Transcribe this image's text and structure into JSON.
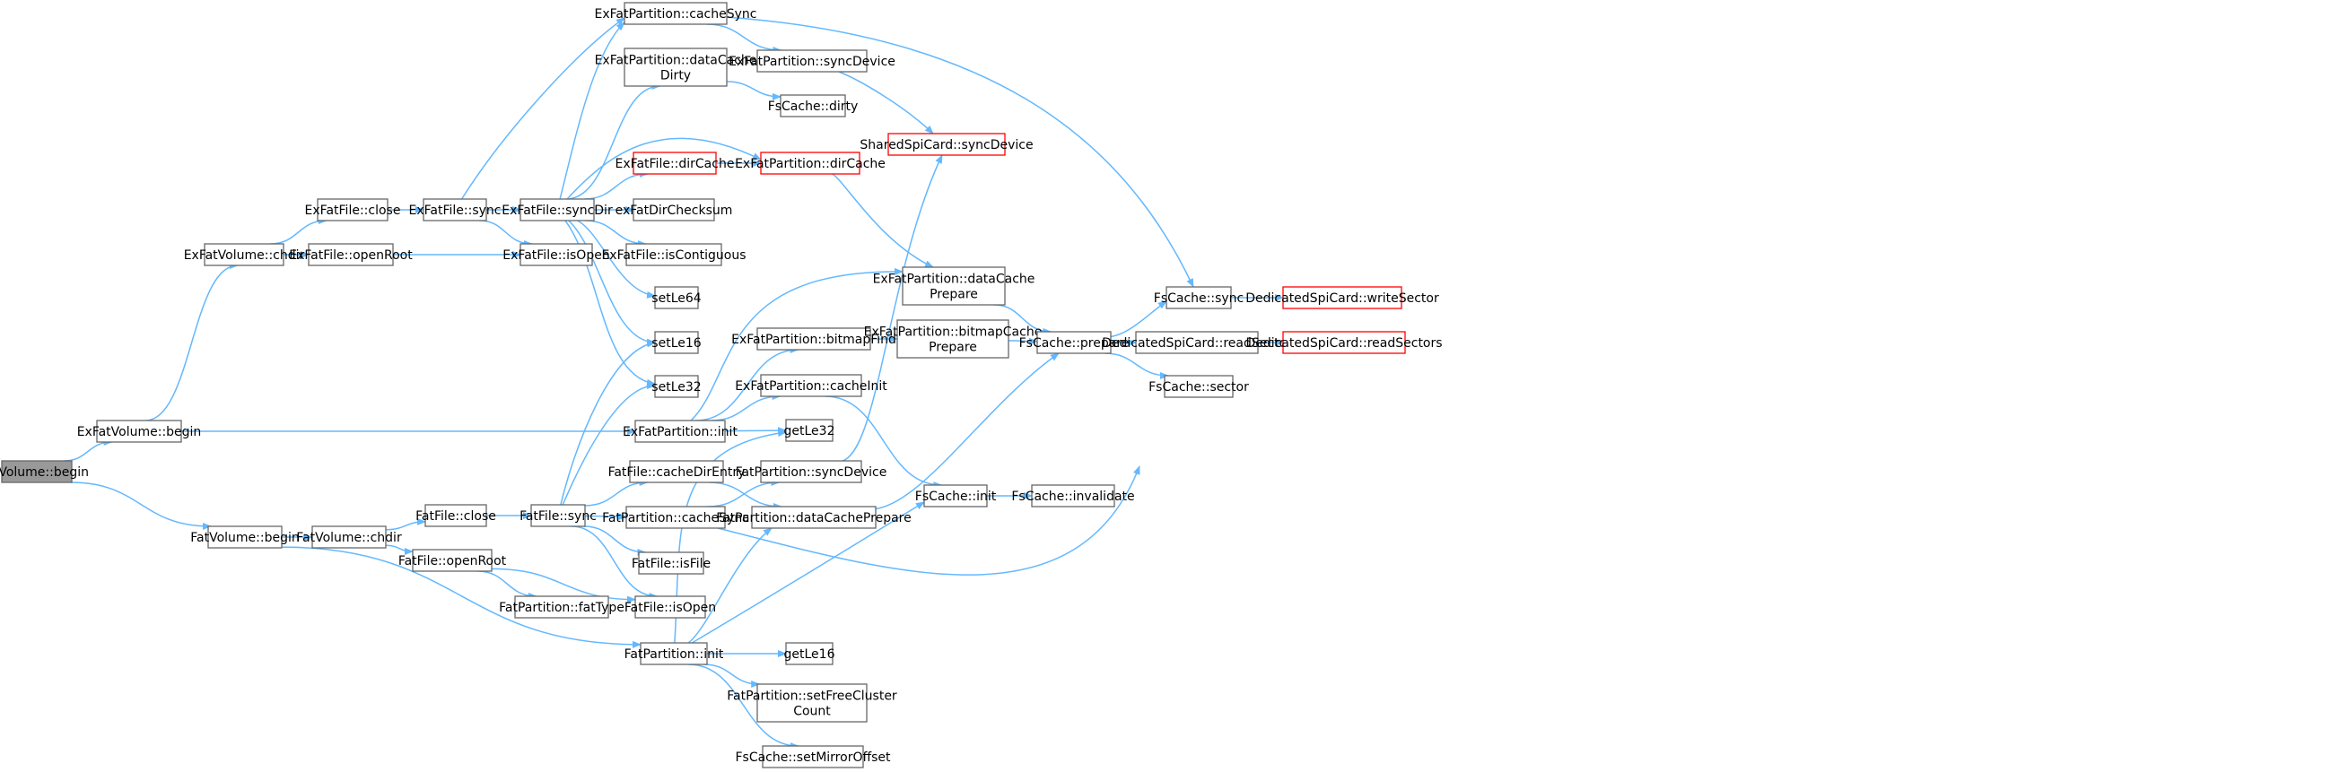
{
  "colors": {
    "edge": "#63b8ff",
    "node_border": "#666666",
    "node_fill": "#ffffff",
    "root_fill": "#999999",
    "truncated_border": "#ff0000"
  },
  "nodes": [
    {
      "id": "fsvolume-begin",
      "lines": [
        "FsVolume::begin"
      ],
      "style": "root"
    },
    {
      "id": "exfatvolume-begin",
      "lines": [
        "ExFatVolume::begin"
      ]
    },
    {
      "id": "fatvolume-begin",
      "lines": [
        "FatVolume::begin"
      ]
    },
    {
      "id": "exfatvolume-chdir",
      "lines": [
        "ExFatVolume::chdir"
      ]
    },
    {
      "id": "exfatpartition-init",
      "lines": [
        "ExFatPartition::init"
      ]
    },
    {
      "id": "exfatfile-close",
      "lines": [
        "ExFatFile::close"
      ]
    },
    {
      "id": "exfatfile-openroot",
      "lines": [
        "ExFatFile::openRoot"
      ]
    },
    {
      "id": "exfatfile-sync",
      "lines": [
        "ExFatFile::sync"
      ]
    },
    {
      "id": "exfatfile-isopen",
      "lines": [
        "ExFatFile::isOpen"
      ]
    },
    {
      "id": "exfatfile-syncdir",
      "lines": [
        "ExFatFile::syncDir"
      ]
    },
    {
      "id": "exfatpartition-cachesync",
      "lines": [
        "ExFatPartition::cacheSync"
      ]
    },
    {
      "id": "exfatpartition-datacachedirty",
      "lines": [
        "ExFatPartition::dataCache",
        "Dirty"
      ]
    },
    {
      "id": "exfatfile-dircache",
      "lines": [
        "ExFatFile::dirCache"
      ],
      "style": "truncated"
    },
    {
      "id": "exfatdirchecksum",
      "lines": [
        "exFatDirChecksum"
      ]
    },
    {
      "id": "exfatfile-iscontiguous",
      "lines": [
        "ExFatFile::isContiguous"
      ]
    },
    {
      "id": "setle64",
      "lines": [
        "setLe64"
      ]
    },
    {
      "id": "setle16",
      "lines": [
        "setLe16"
      ]
    },
    {
      "id": "setle32",
      "lines": [
        "setLe32"
      ]
    },
    {
      "id": "exfatpartition-syncdevice",
      "lines": [
        "ExFatPartition::syncDevice"
      ]
    },
    {
      "id": "fscache-dirty",
      "lines": [
        "FsCache::dirty"
      ]
    },
    {
      "id": "exfatpartition-dircache",
      "lines": [
        "ExFatPartition::dirCache"
      ],
      "style": "truncated"
    },
    {
      "id": "sharedspicard-syncdevice",
      "lines": [
        "SharedSpiCard::syncDevice"
      ],
      "style": "truncated"
    },
    {
      "id": "exfatpartition-datacacheprepare",
      "lines": [
        "ExFatPartition::dataCache",
        "Prepare"
      ]
    },
    {
      "id": "exfatpartition-bitmapfind",
      "lines": [
        "ExFatPartition::bitmapFind"
      ]
    },
    {
      "id": "exfatpartition-bitmapcacheprepare",
      "lines": [
        "ExFatPartition::bitmapCache",
        "Prepare"
      ]
    },
    {
      "id": "exfatpartition-cacheinit",
      "lines": [
        "ExFatPartition::cacheInit"
      ]
    },
    {
      "id": "getle32",
      "lines": [
        "getLe32"
      ]
    },
    {
      "id": "fatvolume-chdir",
      "lines": [
        "FatVolume::chdir"
      ]
    },
    {
      "id": "fatfile-close",
      "lines": [
        "FatFile::close"
      ]
    },
    {
      "id": "fatfile-openroot",
      "lines": [
        "FatFile::openRoot"
      ]
    },
    {
      "id": "fatfile-sync",
      "lines": [
        "FatFile::sync"
      ]
    },
    {
      "id": "fatfile-cachedirentry",
      "lines": [
        "FatFile::cacheDirEntry"
      ]
    },
    {
      "id": "fatpartition-cachesync",
      "lines": [
        "FatPartition::cacheSync"
      ]
    },
    {
      "id": "fatfile-isfile",
      "lines": [
        "FatFile::isFile"
      ]
    },
    {
      "id": "fatfile-isopen",
      "lines": [
        "FatFile::isOpen"
      ]
    },
    {
      "id": "fatpartition-fattype",
      "lines": [
        "FatPartition::fatType"
      ]
    },
    {
      "id": "fatpartition-syncdevice",
      "lines": [
        "FatPartition::syncDevice"
      ]
    },
    {
      "id": "fatpartition-datacacheprepare",
      "lines": [
        "FatPartition::dataCachePrepare"
      ]
    },
    {
      "id": "fatpartition-init",
      "lines": [
        "FatPartition::init"
      ]
    },
    {
      "id": "getle16",
      "lines": [
        "getLe16"
      ]
    },
    {
      "id": "fatpartition-setfreeclustercount",
      "lines": [
        "FatPartition::setFreeCluster",
        "Count"
      ]
    },
    {
      "id": "fscache-setmirroroffset",
      "lines": [
        "FsCache::setMirrorOffset"
      ]
    },
    {
      "id": "fscache-prepare",
      "lines": [
        "FsCache::prepare"
      ]
    },
    {
      "id": "fscache-sync",
      "lines": [
        "FsCache::sync"
      ]
    },
    {
      "id": "dedicatedspicard-writesector",
      "lines": [
        "DedicatedSpiCard::writeSector"
      ],
      "style": "truncated"
    },
    {
      "id": "dedicatedspicard-readsector",
      "lines": [
        "DedicatedSpiCard::readSector"
      ]
    },
    {
      "id": "dedicatedspicard-readsectors",
      "lines": [
        "DedicatedSpiCard::readSectors"
      ],
      "style": "truncated"
    },
    {
      "id": "fscache-sector",
      "lines": [
        "FsCache::sector"
      ]
    },
    {
      "id": "fscache-init",
      "lines": [
        "FsCache::init"
      ]
    },
    {
      "id": "fscache-invalidate",
      "lines": [
        "FsCache::invalidate"
      ]
    }
  ],
  "edges": [
    {
      "from": "fsvolume-begin",
      "to": "exfatvolume-begin"
    },
    {
      "from": "fsvolume-begin",
      "to": "fatvolume-begin"
    },
    {
      "from": "exfatvolume-begin",
      "to": "exfatvolume-chdir"
    },
    {
      "from": "exfatvolume-begin",
      "to": "exfatpartition-init"
    },
    {
      "from": "exfatvolume-chdir",
      "to": "exfatfile-close"
    },
    {
      "from": "exfatvolume-chdir",
      "to": "exfatfile-openroot"
    },
    {
      "from": "exfatfile-close",
      "to": "exfatfile-sync"
    },
    {
      "from": "exfatfile-openroot",
      "to": "exfatfile-isopen"
    },
    {
      "from": "exfatfile-sync",
      "to": "exfatpartition-cachesync"
    },
    {
      "from": "exfatfile-sync",
      "to": "exfatfile-syncdir"
    },
    {
      "from": "exfatfile-sync",
      "to": "exfatfile-isopen"
    },
    {
      "from": "exfatfile-syncdir",
      "to": "exfatpartition-cachesync"
    },
    {
      "from": "exfatfile-syncdir",
      "to": "exfatpartition-datacachedirty"
    },
    {
      "from": "exfatfile-syncdir",
      "to": "exfatpartition-dircache"
    },
    {
      "from": "exfatfile-syncdir",
      "to": "exfatfile-dircache"
    },
    {
      "from": "exfatfile-syncdir",
      "to": "exfatdirchecksum"
    },
    {
      "from": "exfatfile-syncdir",
      "to": "exfatfile-iscontiguous"
    },
    {
      "from": "exfatfile-syncdir",
      "to": "setle64"
    },
    {
      "from": "exfatfile-syncdir",
      "to": "setle16"
    },
    {
      "from": "exfatfile-syncdir",
      "to": "setle32"
    },
    {
      "from": "exfatpartition-cachesync",
      "to": "exfatpartition-syncdevice"
    },
    {
      "from": "exfatpartition-cachesync",
      "to": "fscache-sync"
    },
    {
      "from": "exfatpartition-datacachedirty",
      "to": "fscache-dirty"
    },
    {
      "from": "exfatpartition-syncdevice",
      "to": "sharedspicard-syncdevice"
    },
    {
      "from": "exfatfile-dircache",
      "to": "exfatpartition-dircache"
    },
    {
      "from": "exfatpartition-dircache",
      "to": "exfatpartition-datacacheprepare"
    },
    {
      "from": "exfatpartition-init",
      "to": "exfatpartition-datacacheprepare"
    },
    {
      "from": "exfatpartition-init",
      "to": "exfatpartition-bitmapfind"
    },
    {
      "from": "exfatpartition-init",
      "to": "exfatpartition-cacheinit"
    },
    {
      "from": "exfatpartition-init",
      "to": "getle32"
    },
    {
      "from": "exfatpartition-datacacheprepare",
      "to": "fscache-prepare"
    },
    {
      "from": "exfatpartition-bitmapfind",
      "to": "exfatpartition-bitmapcacheprepare"
    },
    {
      "from": "exfatpartition-bitmapcacheprepare",
      "to": "fscache-prepare"
    },
    {
      "from": "exfatpartition-cacheinit",
      "to": "fscache-init"
    },
    {
      "from": "fscache-prepare",
      "to": "fscache-sync"
    },
    {
      "from": "fscache-prepare",
      "to": "dedicatedspicard-readsector"
    },
    {
      "from": "fscache-prepare",
      "to": "fscache-sector"
    },
    {
      "from": "fscache-sync",
      "to": "dedicatedspicard-writesector"
    },
    {
      "from": "dedicatedspicard-readsector",
      "to": "dedicatedspicard-readsectors"
    },
    {
      "from": "fscache-init",
      "to": "fscache-invalidate"
    },
    {
      "from": "fatvolume-begin",
      "to": "fatvolume-chdir"
    },
    {
      "from": "fatvolume-begin",
      "to": "fatpartition-init"
    },
    {
      "from": "fatvolume-chdir",
      "to": "fatfile-close"
    },
    {
      "from": "fatvolume-chdir",
      "to": "fatfile-openroot"
    },
    {
      "from": "fatfile-close",
      "to": "fatfile-sync"
    },
    {
      "from": "fatfile-openroot",
      "to": "fatpartition-fattype"
    },
    {
      "from": "fatfile-openroot",
      "to": "fatfile-isopen"
    },
    {
      "from": "fatfile-sync",
      "to": "setle16"
    },
    {
      "from": "fatfile-sync",
      "to": "setle32"
    },
    {
      "from": "fatfile-sync",
      "to": "fatfile-cachedirentry"
    },
    {
      "from": "fatfile-sync",
      "to": "fatpartition-cachesync"
    },
    {
      "from": "fatfile-sync",
      "to": "fatfile-isfile"
    },
    {
      "from": "fatfile-sync",
      "to": "fatfile-isopen"
    },
    {
      "from": "fatfile-cachedirentry",
      "to": "fatpartition-datacacheprepare"
    },
    {
      "from": "fatpartition-cachesync",
      "to": "fatpartition-syncdevice"
    },
    {
      "from": "fatpartition-cachesync",
      "to": "fscache-sync"
    },
    {
      "from": "fatpartition-syncdevice",
      "to": "sharedspicard-syncdevice"
    },
    {
      "from": "fatpartition-datacacheprepare",
      "to": "fscache-prepare"
    },
    {
      "from": "fatpartition-init",
      "to": "getle32"
    },
    {
      "from": "fatpartition-init",
      "to": "fatpartition-datacacheprepare"
    },
    {
      "from": "fatpartition-init",
      "to": "fscache-init"
    },
    {
      "from": "fatpartition-init",
      "to": "getle16"
    },
    {
      "from": "fatpartition-init",
      "to": "fatpartition-setfreeclustercount"
    },
    {
      "from": "fatpartition-init",
      "to": "fscache-setmirroroffset"
    }
  ]
}
